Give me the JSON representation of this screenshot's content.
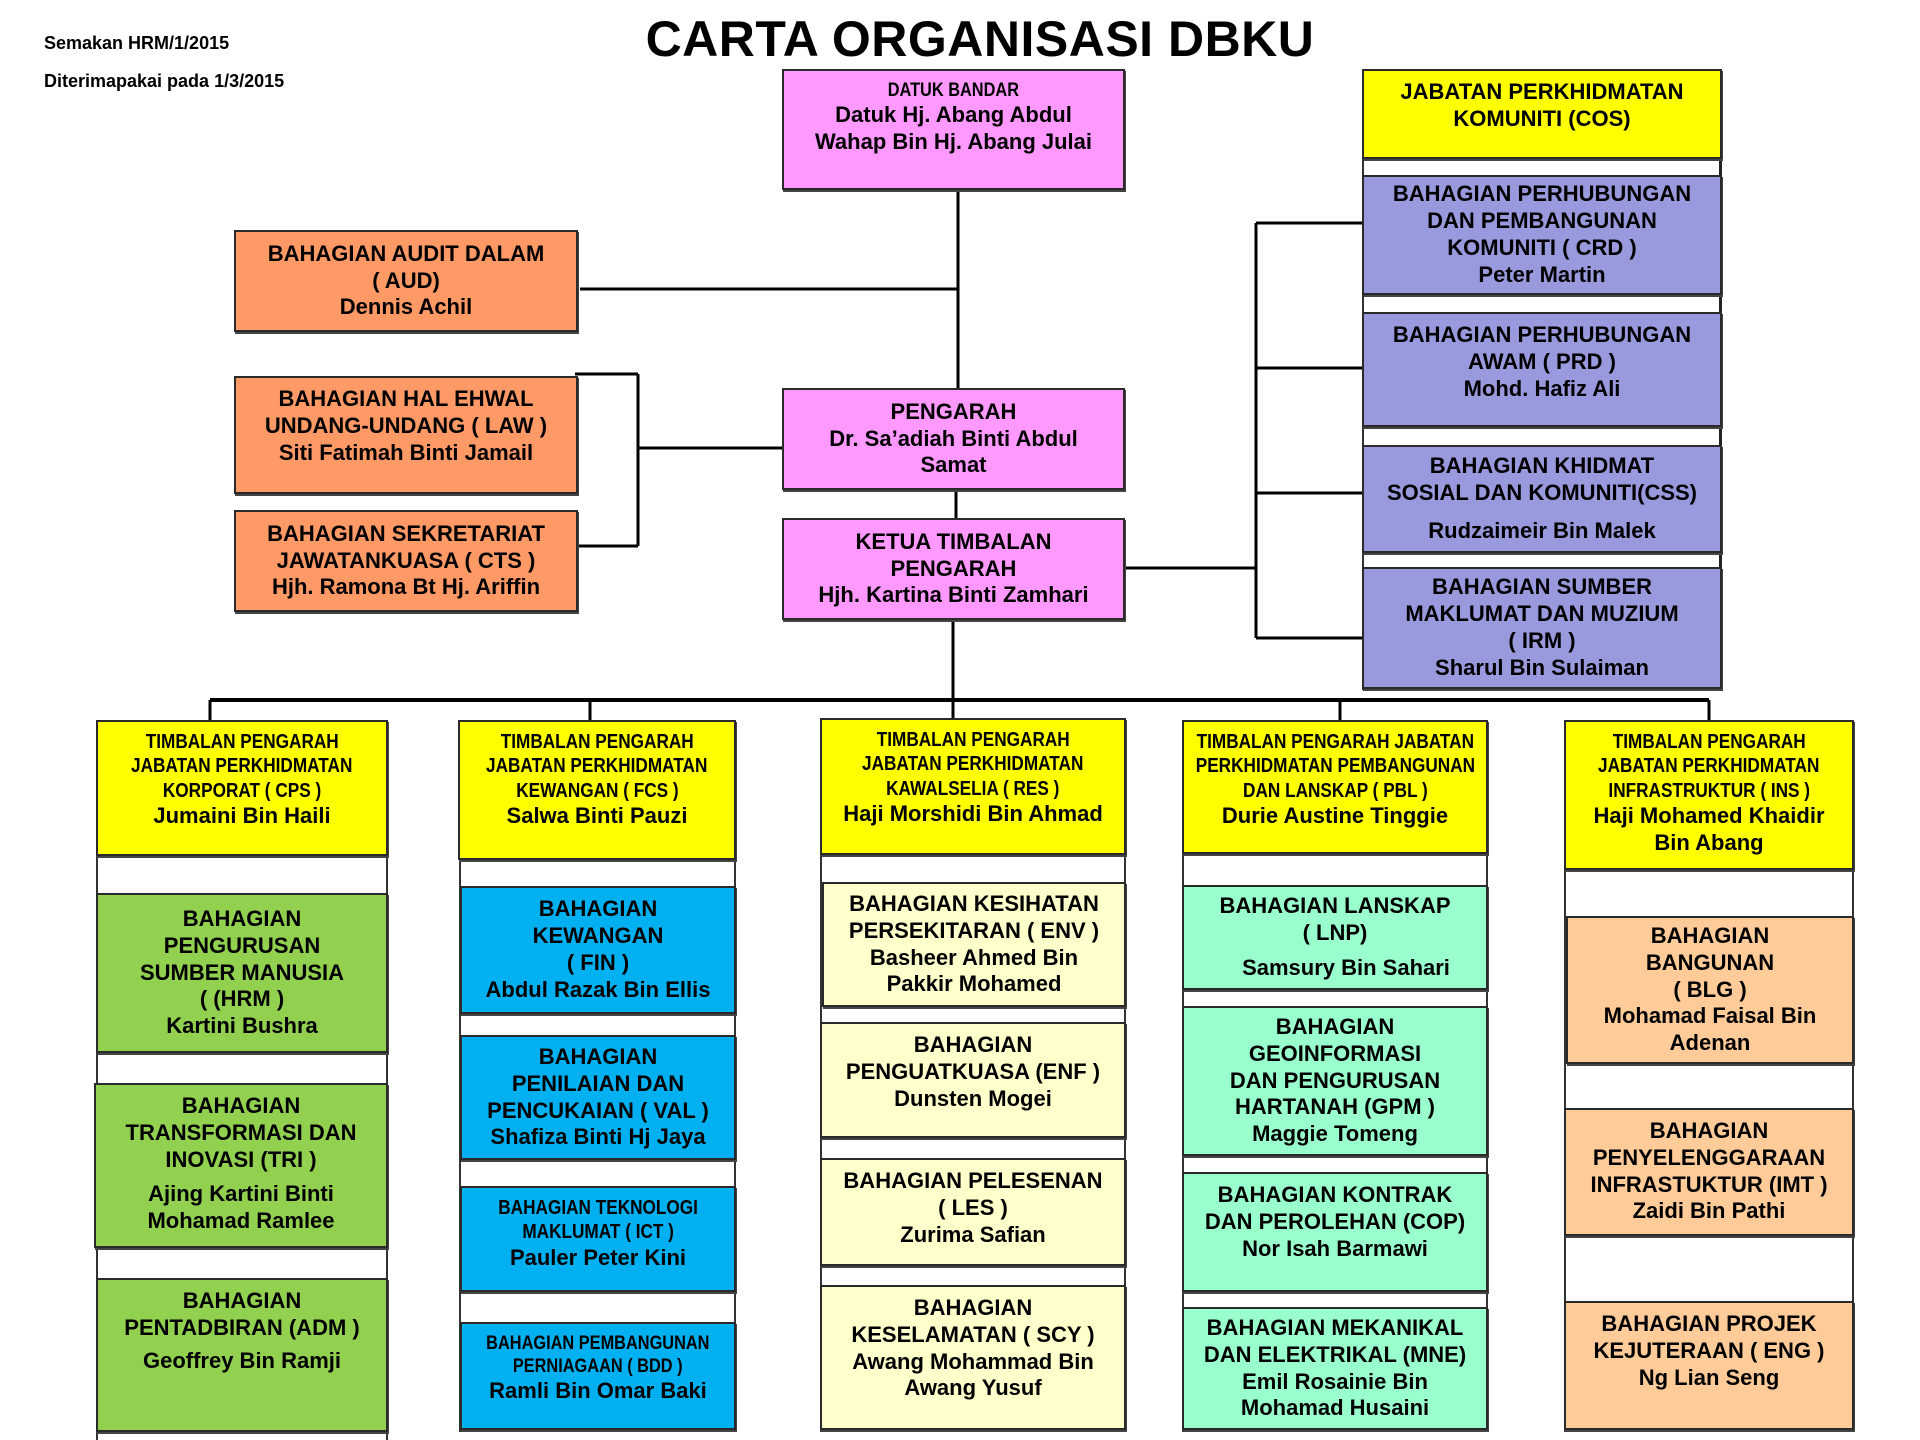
{
  "header": {
    "revision": "Semakan HRM/1/2015",
    "effective": "Diterimapakai pada 1/3/2015",
    "title": "CARTA ORGANISASI DBKU"
  },
  "colors": {
    "leadership": "#ff99ff",
    "staff_units": "#ff9966",
    "department_head": "#ffff00",
    "cos_divisions": "#9999dd",
    "cps_divisions": "#92d050",
    "fcs_divisions": "#00b0f0",
    "res_divisions": "#ffffcc",
    "pbl_divisions": "#99ffcc",
    "ins_divisions": "#ffcc99"
  },
  "leadership": {
    "datuk_bandar": {
      "role": "DATUK BANDAR",
      "name": [
        "Datuk Hj. Abang Abdul",
        "Wahap Bin Hj. Abang Julai"
      ]
    },
    "pengarah": {
      "role": "PENGARAH",
      "name": [
        "Dr. Sa’adiah Binti Abdul",
        "Samat"
      ]
    },
    "ketua_timbalan": {
      "role": [
        "KETUA TIMBALAN",
        "PENGARAH"
      ],
      "name": "Hjh. Kartina Binti Zamhari"
    }
  },
  "staff_units": [
    {
      "lines": [
        "BAHAGIAN AUDIT DALAM",
        "( AUD)"
      ],
      "name": "Dennis Achil"
    },
    {
      "lines": [
        "BAHAGIAN HAL EHWAL",
        "UNDANG-UNDANG ( LAW )"
      ],
      "name": "Siti Fatimah Binti Jamail"
    },
    {
      "lines": [
        "BAHAGIAN SEKRETARIAT",
        "JAWATANKUASA ( CTS )"
      ],
      "name": "Hjh. Ramona Bt  Hj. Ariffin"
    }
  ],
  "cos": {
    "head": [
      "JABATAN PERKHIDMATAN",
      "KOMUNITI (COS)"
    ],
    "divisions": [
      {
        "lines": [
          "BAHAGIAN PERHUBUNGAN",
          "DAN PEMBANGUNAN",
          "KOMUNITI ( CRD )"
        ],
        "name": "Peter Martin"
      },
      {
        "lines": [
          "BAHAGIAN PERHUBUNGAN",
          "AWAM ( PRD )"
        ],
        "name": "Mohd. Hafiz Ali"
      },
      {
        "lines": [
          "BAHAGIAN KHIDMAT",
          "SOSIAL DAN KOMUNITI(CSS)"
        ],
        "name": "Rudzaimeir Bin Malek"
      },
      {
        "lines": [
          "BAHAGIAN SUMBER",
          "MAKLUMAT DAN MUZIUM",
          "( IRM )"
        ],
        "name": "Sharul Bin Sulaiman"
      }
    ]
  },
  "departments": [
    {
      "head": {
        "lines": [
          "TIMBALAN PENGARAH",
          "JABATAN PERKHIDMATAN",
          "KORPORAT ( CPS )"
        ],
        "name": [
          "Jumaini Bin Haili"
        ]
      },
      "divisions": [
        {
          "lines": [
            "BAHAGIAN",
            "PENGURUSAN",
            "SUMBER MANUSIA",
            "( (HRM )"
          ],
          "name": [
            "Kartini Bushra"
          ]
        },
        {
          "lines": [
            "BAHAGIAN",
            "TRANSFORMASI DAN",
            "INOVASI (TRI )"
          ],
          "name": [
            "Ajing Kartini Binti",
            "Mohamad Ramlee"
          ]
        },
        {
          "lines": [
            "BAHAGIAN",
            "PENTADBIRAN (ADM )"
          ],
          "name": [
            "Geoffrey Bin Ramji"
          ]
        }
      ]
    },
    {
      "head": {
        "lines": [
          "TIMBALAN PENGARAH",
          "JABATAN PERKHIDMATAN",
          "KEWANGAN ( FCS )"
        ],
        "name": [
          "Salwa Binti Pauzi"
        ]
      },
      "divisions": [
        {
          "lines": [
            "BAHAGIAN",
            "KEWANGAN",
            "( FIN )"
          ],
          "name": [
            "Abdul Razak Bin Ellis"
          ]
        },
        {
          "lines": [
            "BAHAGIAN",
            "PENILAIAN DAN",
            "PENCUKAIAN ( VAL )"
          ],
          "name": [
            "Shafiza Binti Hj Jaya"
          ]
        },
        {
          "lines": [
            "BAHAGIAN TEKNOLOGI",
            "MAKLUMAT  ( ICT )"
          ],
          "name": [
            "Pauler Peter Kini"
          ]
        },
        {
          "lines": [
            "BAHAGIAN PEMBANGUNAN",
            "PERNIAGAAN ( BDD )"
          ],
          "name": [
            "Ramli Bin Omar Baki"
          ]
        }
      ]
    },
    {
      "head": {
        "lines": [
          "TIMBALAN PENGARAH",
          "JABATAN PERKHIDMATAN",
          "KAWALSELIA ( RES )"
        ],
        "name": [
          "Haji Morshidi Bin Ahmad"
        ]
      },
      "divisions": [
        {
          "lines": [
            "BAHAGIAN KESIHATAN",
            "PERSEKITARAN  ( ENV )"
          ],
          "name": [
            "Basheer Ahmed Bin",
            "Pakkir Mohamed"
          ]
        },
        {
          "lines": [
            "BAHAGIAN",
            "PENGUATKUASA  (ENF )"
          ],
          "name": [
            "Dunsten  Mogei"
          ]
        },
        {
          "lines": [
            "BAHAGIAN PELESENAN",
            "( LES )"
          ],
          "name": [
            "Zurima Safian"
          ]
        },
        {
          "lines": [
            "BAHAGIAN",
            "KESELAMATAN ( SCY )"
          ],
          "name": [
            "Awang Mohammad Bin",
            "Awang Yusuf"
          ]
        }
      ]
    },
    {
      "head": {
        "lines": [
          "TIMBALAN PENGARAH JABATAN",
          "PERKHIDMATAN PEMBANGUNAN",
          "DAN  LANSKAP ( PBL )"
        ],
        "name": [
          "Durie Austine Tinggie"
        ]
      },
      "divisions": [
        {
          "lines": [
            "BAHAGIAN LANSKAP",
            "( LNP)"
          ],
          "name": [
            "Samsury Bin Sahari"
          ]
        },
        {
          "lines": [
            "BAHAGIAN",
            "GEOINFORMASI",
            "DAN PENGURUSAN",
            "HARTANAH (GPM )"
          ],
          "name": [
            "Maggie Tomeng"
          ]
        },
        {
          "lines": [
            "BAHAGIAN KONTRAK",
            "DAN PEROLEHAN (COP)"
          ],
          "name": [
            "Nor Isah Barmawi"
          ]
        },
        {
          "lines": [
            "BAHAGIAN MEKANIKAL",
            "DAN ELEKTRIKAL (MNE)"
          ],
          "name": [
            "Emil Rosainie Bin",
            "Mohamad Husaini"
          ]
        }
      ]
    },
    {
      "head": {
        "lines": [
          "TIMBALAN PENGARAH",
          "JABATAN PERKHIDMATAN",
          "INFRASTRUKTUR ( INS )"
        ],
        "name": [
          "Haji Mohamed Khaidir",
          "Bin Abang"
        ]
      },
      "divisions": [
        {
          "lines": [
            "BAHAGIAN",
            "BANGUNAN",
            "( BLG )"
          ],
          "name": [
            "Mohamad Faisal Bin",
            "Adenan"
          ]
        },
        {
          "lines": [
            "BAHAGIAN",
            "PENYELENGGARAAN",
            "INFRASTUKTUR (IMT )"
          ],
          "name": [
            "Zaidi Bin Pathi"
          ]
        },
        {
          "lines": [
            "BAHAGIAN PROJEK",
            "KEJUTERAAN ( ENG )"
          ],
          "name": [
            "Ng Lian Seng"
          ]
        }
      ]
    }
  ]
}
